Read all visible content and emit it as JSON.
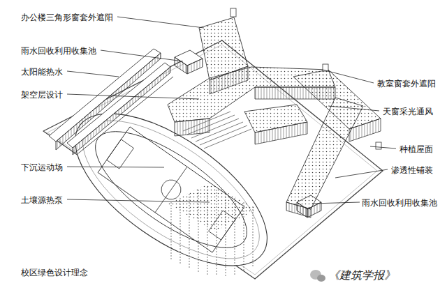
{
  "diagram": {
    "caption": "校区绿色设计理念",
    "labels": [
      "办公楼三角形窗套外遮阳",
      "雨水回收利用收集池",
      "太阳能热水",
      "架空层设计",
      "下沉运动场",
      "土壤源热泵",
      "教室窗套外遮阳",
      "天窗采光通风",
      "种植屋面",
      "渗透性铺装",
      "雨水回收利用收集池",
      "《建筑学报》"
    ]
  }
}
